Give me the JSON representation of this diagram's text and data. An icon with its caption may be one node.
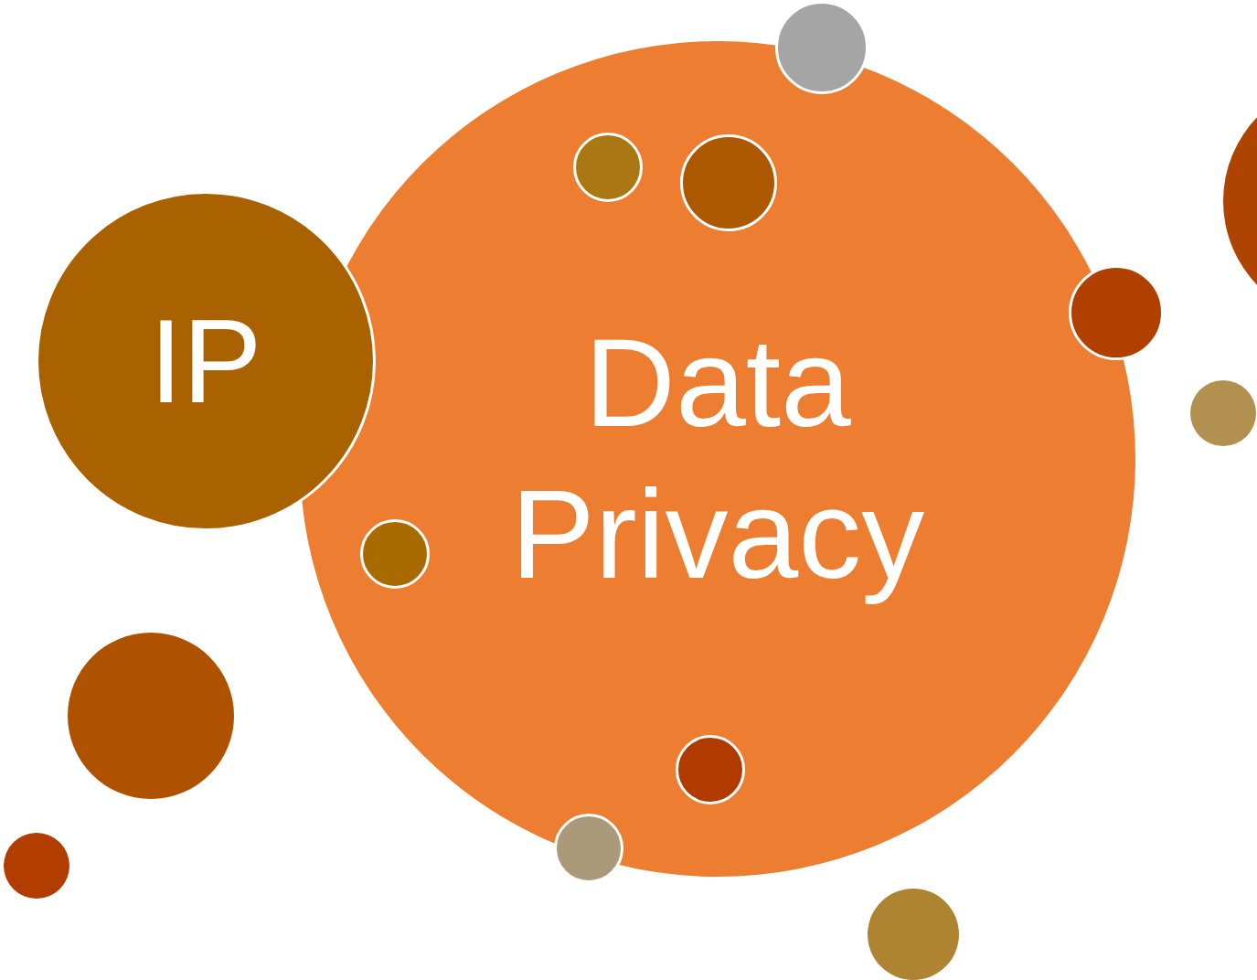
{
  "diagram": {
    "nodes": [
      {
        "text": [
          "Data Privacy"
        ]
      },
      {
        "text": [
          "IP"
        ]
      },
      {
        "text": [],
        "shape": "circle"
      },
      {
        "text": [],
        "shape": "circle"
      },
      {
        "text": [],
        "shape": "circle",
        "in": 0
      },
      {
        "text": [],
        "shape": "circle"
      },
      {
        "text": [],
        "shape": "circle",
        "in": 0
      },
      {
        "text": [],
        "shape": "circle",
        "in": 0
      },
      {
        "text": [],
        "shape": "circle",
        "in": 0
      },
      {
        "text": [],
        "shape": "circle"
      },
      {
        "text": [],
        "shape": "circle"
      },
      {
        "text": [],
        "shape": "circle"
      },
      {
        "text": [],
        "shape": "circle"
      },
      {
        "text": [],
        "shape": "circle"
      }
    ]
  }
}
